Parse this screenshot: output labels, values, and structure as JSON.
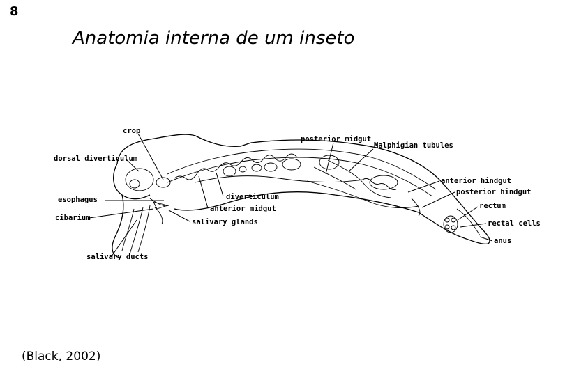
{
  "slide_number": "8",
  "title": "Anatomia interna de um inseto",
  "citation": "(Black, 2002)",
  "labels": {
    "crop": "crop",
    "dorsal_diverticulum": "dorsal diverticulum",
    "esophagus": "esophagus",
    "cibarium": "cibarium",
    "salivary_ducts": "salivary ducts",
    "posterior_midgut": "posterior midgut",
    "malphigian_tubules": "Malphigian tubules",
    "diverticulum": "diverticulum",
    "anterior_midgut": "anterior midgut",
    "salivary_glands": "salivary glands",
    "anterior_hindgut": "anterior hindgut",
    "posterior_hindgut": "posterior hindgut",
    "rectum": "rectum",
    "rectal_cells": "rectal cells",
    "anus": "anus"
  }
}
